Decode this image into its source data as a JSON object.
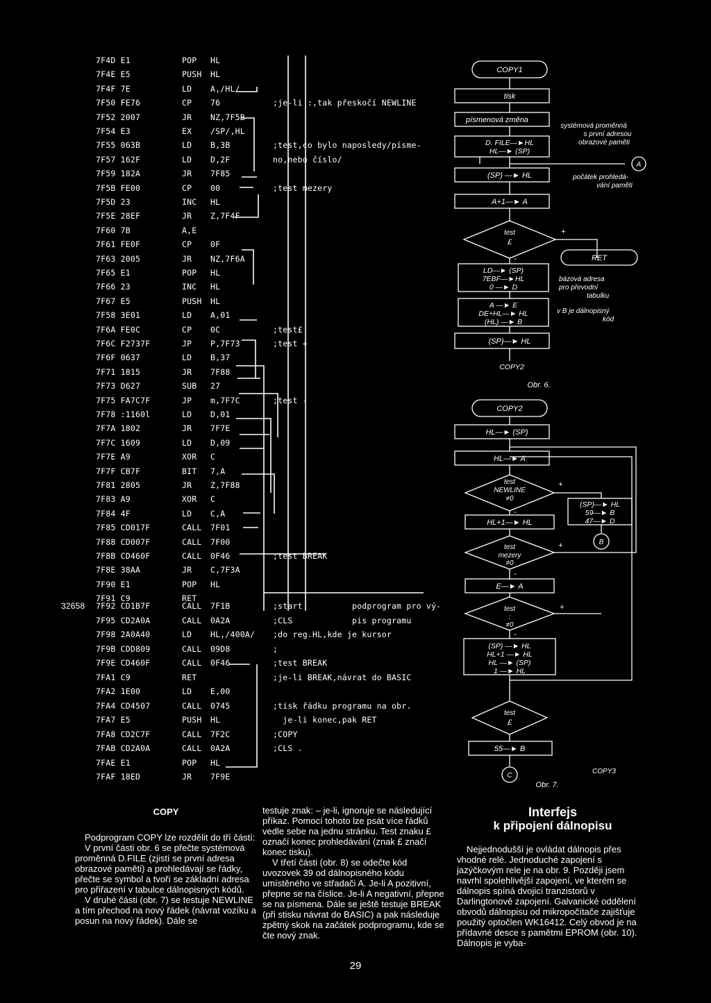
{
  "listing_main": [
    [
      "7F4D E1",
      "POP",
      "HL",
      ""
    ],
    [
      "7F4E E5",
      "PUSH",
      "HL",
      ""
    ],
    [
      "7F4F 7E",
      "LD",
      "A,/HL/",
      ""
    ],
    [
      "7F50 FE76",
      "CP",
      "76",
      ";je-li :,tak přeskočí NEWLINE"
    ],
    [
      "7F52 2007",
      "JR",
      "NZ,7F5B",
      ""
    ],
    [
      "7F54 E3",
      "EX",
      "/SP/,HL",
      ""
    ],
    [
      "7F55 063B",
      "LD",
      "B,3B",
      ";test,co bylo naposledy/písme-"
    ],
    [
      "7F57 162F",
      "LD",
      "D,2F",
      "no,nebo číslo/"
    ],
    [
      "7F59 182A",
      "JR",
      "7F85",
      ""
    ],
    [
      "7F5B FE00",
      "CP",
      "00",
      ";test mezery"
    ],
    [
      "7F5D 23",
      "INC",
      "HL",
      ""
    ],
    [
      "7F5E 28EF",
      "JR",
      "Z,7F4F",
      ""
    ],
    [
      "7F60 7B",
      "A,E",
      "",
      ""
    ],
    [
      "7F61 FE0F",
      "CP",
      "0F",
      ""
    ],
    [
      "7F63 2005",
      "JR",
      "NZ,7F6A",
      ""
    ],
    [
      "7F65 E1",
      "POP",
      "HL",
      ""
    ],
    [
      "7F66 23",
      "INC",
      "HL",
      ""
    ],
    [
      "7F67 E5",
      "PUSH",
      "HL",
      ""
    ],
    [
      "7F58 3E01",
      "LD",
      "A,01",
      ""
    ],
    [
      "7F6A FE0C",
      "CP",
      "0C",
      ";test£"
    ],
    [
      "7F6C F2737F",
      "JP",
      "P,7F73",
      ";test +"
    ],
    [
      "7F6F 0637",
      "LD",
      "B,37",
      ""
    ],
    [
      "7F71 1815",
      "JR",
      "7F88",
      ""
    ],
    [
      "7F73 D627",
      "SUB",
      "27",
      ""
    ],
    [
      "7F75 FA7C7F",
      "JP",
      "m,7F7C",
      ";test -"
    ],
    [
      "7F78 :1160l",
      "LD",
      "D,01",
      ""
    ],
    [
      "7F7A 1802",
      "JR",
      "7F7E",
      ""
    ],
    [
      "7F7C 1609",
      "LD",
      "D,09",
      ""
    ],
    [
      "7F7E A9",
      "XOR",
      "C",
      ""
    ],
    [
      "7F7F CB7F",
      "BIT",
      "7,A",
      ""
    ],
    [
      "7F81 2805",
      "JR",
      "Z,7F88",
      ""
    ],
    [
      "7F83 A9",
      "XOR",
      "C",
      ""
    ],
    [
      "7F84 4F",
      "LD",
      "C,A",
      ""
    ],
    [
      "7F85 CD017F",
      "CALL",
      "7F01",
      ""
    ],
    [
      "7F88 CD007F",
      "CALL",
      "7F00",
      ""
    ],
    [
      "7F8B CD460F",
      "CALL",
      "0F46",
      ";test BREAK"
    ],
    [
      "7F8E 38AA",
      "JR",
      "C,7F3A",
      ""
    ],
    [
      "7F90 E1",
      "POP",
      "HL",
      ""
    ],
    [
      "7F91 C9",
      "RET",
      "",
      ""
    ]
  ],
  "listing_second": [
    [
      "7F92 CD1B7F",
      "CALL",
      "7F1B",
      ";start          podprogram pro vý-"
    ],
    [
      "7F95 CD2A0A",
      "CALL",
      "0A2A",
      ";CLS            pis programu"
    ],
    [
      "7F98 2A0A40",
      "LD",
      "HL,/400A/",
      ";do reg.HL,kde je kursor"
    ],
    [
      "7F9B CDD809",
      "CALL",
      "09D8",
      ";"
    ],
    [
      "7F9E CD460F",
      "CALL",
      "0F46",
      ";test BREAK"
    ],
    [
      "7FA1 C9",
      "RET",
      "",
      ";je-li BREAK,návrat do BASIC"
    ],
    [
      "7FA2 1E00",
      "LD",
      "E,00",
      ""
    ],
    [
      "7FA4 CD4507",
      "CALL",
      "0745",
      ";tisk řádku programu na obr."
    ],
    [
      "7FA7 E5",
      "PUSH",
      "HL",
      "  je-li konec,pak RET"
    ],
    [
      "7FA8 CD2C7F",
      "CALL",
      "7F2C",
      ";COPY"
    ],
    [
      "7FAB CD2A0A",
      "CALL",
      "0A2A",
      ";CLS ."
    ],
    [
      "7FAE E1",
      "POP",
      "HL",
      ""
    ],
    [
      "7FAF 18ED",
      "JR",
      "7F9E",
      ""
    ]
  ],
  "marker_32658": "32658",
  "fig6": {
    "start": "COPY1",
    "tisk": "tisk",
    "pismenova": "písmenová  změna",
    "dfile1": "D. FILE—►HL",
    "dfile2": "HL—► (SP)",
    "note1a": "systémová proměnná",
    "note1b": "s první adresou",
    "note1c": "obrazové paměti",
    "conn_a": "A",
    "sp_hl": "(SP) —► HL",
    "note2a": "počátek prohledá-",
    "note2b": "vání paměti",
    "a_inc": "A+1—► A",
    "test_label": "test",
    "test_pound": "£",
    "plus": "+",
    "minus": "-",
    "ret": "RET",
    "ld1": "LD—► (SP)",
    "ld2": "7EBF—►HL",
    "ld3": "0 —► D",
    "note3a": "bázová adresa",
    "note3b": "pro převodní",
    "note3c": "tabulku",
    "ae1": "A —► E",
    "ae2": "DE+HL—► HL",
    "ae3": "(HL) —► B",
    "note4a": "v B je dálnopisný",
    "note4b": "kód",
    "sphl2": "(SP)—► HL",
    "copy2": "COPY2",
    "caption": "Obr. 6."
  },
  "fig7": {
    "start": "COPY2",
    "hlsp": "HL—► (SP)",
    "hla": "HL—► A",
    "test": "test",
    "newline": "NEWLINE",
    "ne0": "≠0",
    "plus": "+",
    "minus": "-",
    "side1": "(SP)—► HL",
    "side2": "59—► B",
    "side3": "47—► D",
    "conn_b": "B",
    "hl1": "HL+1—► HL",
    "mezery": "mezery",
    "ea": "E—► A",
    "test3": ":",
    "box1": "(SP) —► HL",
    "box2": "HL+1 —► HL",
    "box3": "HL  —► (SP)",
    "box4": "1  —► HL",
    "pound": "£",
    "fiveb": "55—► B",
    "conn_c": "C",
    "copy3": "COPY3",
    "caption": "Obr. 7."
  },
  "col1": {
    "title": "COPY",
    "p1": "Podprogram COPY lze rozdělit do tří částí:",
    "p2": "V první části obr. 6 se přečte systémová proměnná D.FILE (zjistí se první adresa obrazové paměti) a prohledávají se řádky, přečte se symbol a tvoří se základní adresa pro přiřazení v tabulce dálnopisných kódů.",
    "p3": "V druhé části (obr. 7) se testuje NEWLINE a tím přechod na nový řádek (návrat vozíku a posun na nový řádek). Dále se"
  },
  "col2": {
    "p1": "testuje znak: – je-li, ignoruje se následující příkaz. Pomocí tohoto lze psát více řádků vedle sebe na jednu stránku. Test znaku £ označí konec prohledávání (znak £ značí konec tisku).",
    "p2": "V třetí části (obr. 8) se odečte kód uvozovek 39 od dálnopisného kódu umístěného ve střadači A. Je-li A pozitivní, přepne se na číslice. Je-li A negativní, přepne se na písmena. Dále se ještě testuje BREAK (při stisku návrat do BASIC) a pak následuje zpětný skok na začátek podprogramu, kde se čte nový znak."
  },
  "col3": {
    "title1": "Interfejs",
    "title2": "k připojení dálnopisu",
    "p1": "Nejjednodušší je ovládat dálnopis přes vhodné relé. Jednoduché zapojení s jazýčkovým rele je na obr. 9. Později jsem navrhl spolehlivější zapojení, ve kterém se dálnopis spíná dvojicí tranzistorů v Darlingtonově zapojení. Galvanické oddělení obvodů dálnopisu od mikropočítače zajišťuje použitý optočlen WK16412. Celý obvod je na přídavné desce s pamětmi EPROM (obr. 10). Dálnopis je vyba-"
  },
  "page_number": "29"
}
